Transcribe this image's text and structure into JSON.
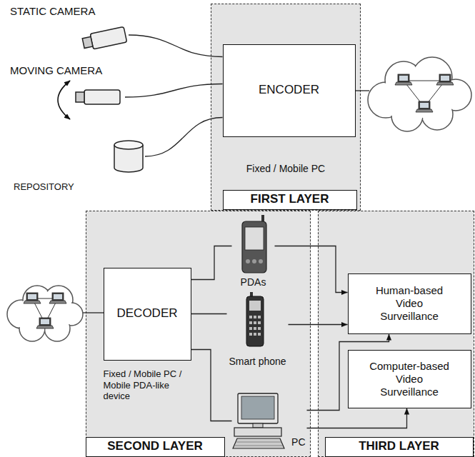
{
  "diagram": {
    "nodes": [
      {
        "text": [
          "STATIC CAMERA"
        ]
      },
      {
        "text": [
          "MOVING CAMERA"
        ]
      },
      {
        "text": [
          "REPOSITORY"
        ]
      },
      {
        "text": [
          "Fixed / Mobile PC",
          "FIRST LAYER"
        ]
      },
      {
        "text": [
          "ENCODER"
        ],
        "in": 3
      },
      {
        "text": [
          "Fixed / Mobile PC / Mobile PDA-like device",
          "SECOND LAYER"
        ]
      },
      {
        "text": [
          "DECODER"
        ],
        "in": 5
      },
      {
        "text": [
          "PDAs"
        ],
        "in": 5
      },
      {
        "text": [
          "Smart phone"
        ],
        "in": 5
      },
      {
        "text": [
          "PC"
        ],
        "in": 5
      },
      {
        "text": [
          "THIRD LAYER"
        ]
      },
      {
        "text": [
          "Human-based Video Surveillance"
        ],
        "in": 10
      },
      {
        "text": [
          "Computer-based Video Surveillance"
        ],
        "in": 10
      }
    ],
    "edges": [
      {
        "from": 0,
        "to": 4,
        "arrow": "none"
      },
      {
        "from": 1,
        "to": 4,
        "arrow": "none"
      },
      {
        "from": 2,
        "to": 4,
        "arrow": "none"
      },
      {
        "from": 6,
        "to": 7,
        "arrow": "none"
      },
      {
        "from": 6,
        "to": 8,
        "arrow": "none"
      },
      {
        "from": 6,
        "to": 9,
        "arrow": "none"
      },
      {
        "from": 7,
        "to": 11,
        "arrow": "to"
      },
      {
        "from": 8,
        "to": 11,
        "arrow": "to"
      },
      {
        "from": 9,
        "to": 11,
        "arrow": "to"
      },
      {
        "from": 9,
        "to": 12,
        "arrow": "to"
      }
    ]
  }
}
